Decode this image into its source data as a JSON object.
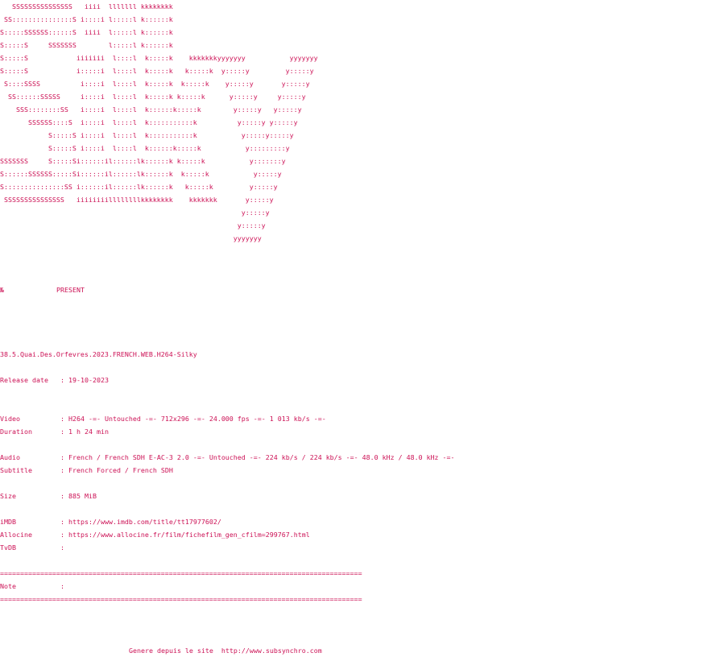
{
  "ascii_art": [
    "   SSSSSSSSSSSSSSS   iiii  lllllll kkkkkkkk",
    " SS:::::::::::::::S i::::i l:::::l k::::::k",
    "S:::::SSSSSS::::::S  iiii  l:::::l k::::::k",
    "S:::::S     SSSSSSS        l:::::l k::::::k",
    "S:::::S            iiiiiii  l::::l  k:::::k    kkkkkkkyyyyyyy           yyyyyyy",
    "S:::::S            i:::::i  l::::l  k:::::k   k:::::k  y:::::y         y:::::y",
    " S::::SSSS          i::::i  l::::l  k:::::k  k:::::k    y:::::y       y:::::y",
    "  SS::::::SSSSS     i::::i  l::::l  k:::::k k:::::k      y:::::y     y:::::y",
    "    SSS::::::::SS   i::::i  l::::l  k::::::k:::::k        y:::::y   y:::::y",
    "       SSSSSS::::S  i::::i  l::::l  k:::::::::::k          y:::::y y:::::y",
    "            S:::::S i::::i  l::::l  k:::::::::::k           y:::::y:::::y",
    "            S:::::S i::::i  l::::l  k::::::k:::::k           y:::::::::y",
    "SSSSSSS     S:::::Si::::::il::::::lk::::::k k:::::k           y:::::::y",
    "S::::::SSSSSS:::::Si::::::il::::::lk::::::k  k:::::k           y:::::y",
    "S:::::::::::::::SS i::::::il::::::lk::::::k   k:::::k         y:::::y",
    " SSSSSSSSSSSSSSS   iiiiiiiillllllllkkkkkkkk    kkkkkkk       y:::::y",
    "                                                            y:::::y",
    "                                                           y:::::y",
    "                                                          yyyyyyy"
  ],
  "present": {
    "symbol": "№",
    "label": "PRESENT"
  },
  "release_name": "38.5.Quai.Des.Orfevres.2023.FRENCH.WEB.H264-Silky",
  "fields": {
    "release_date": {
      "label": "Release date",
      "value": "19-10-2023"
    },
    "video": {
      "label": "Video",
      "value": "H264 -=- Untouched -=- 712x296 -=- 24.000 fps -=- 1 013 kb/s -=-"
    },
    "duration": {
      "label": "Duration",
      "value": "1 h 24 min"
    },
    "audio": {
      "label": "Audio",
      "value": "French / French SDH E-AC-3 2.0 -=- Untouched -=- 224 kb/s / 224 kb/s -=- 48.0 kHz / 48.0 kHz -=-"
    },
    "subtitle": {
      "label": "Subtitle",
      "value": "French Forced / French SDH"
    },
    "size": {
      "label": "Size",
      "value": "885 MiB"
    },
    "imdb": {
      "label": "iMDB",
      "value": "https://www.imdb.com/title/tt17977602/"
    },
    "allocine": {
      "label": "Allocine",
      "value": "https://www.allocine.fr/film/fichefilm_gen_cfilm=299767.html"
    },
    "tvdb": {
      "label": "TvDB",
      "value": ""
    },
    "note": {
      "label": "Note",
      "value": ""
    }
  },
  "separator": "==========================================================================================",
  "colon": ": ",
  "footer": "Genere depuis le site  http://www.subsynchro.com"
}
